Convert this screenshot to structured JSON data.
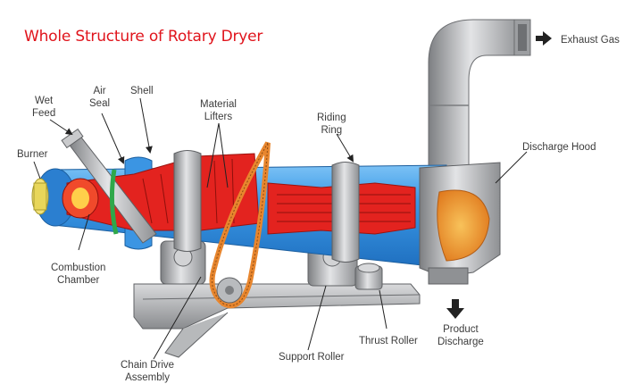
{
  "title": "Whole Structure of Rotary Dryer",
  "colors": {
    "title": "#e0141c",
    "shell_blue": "#2f8fe0",
    "interior_red": "#e3231f",
    "steel_grey": "#a9abad",
    "hood_orange": "#f2a63a",
    "chain_orange": "#e8862e",
    "label_text": "#3c3c3c"
  },
  "labels": {
    "wet_feed": [
      "Wet",
      "Feed"
    ],
    "air_seal": [
      "Air",
      "Seal"
    ],
    "shell": "Shell",
    "material_lifters": [
      "Material",
      "Lifters"
    ],
    "riding_ring": [
      "Riding",
      "Ring"
    ],
    "burner": "Burner",
    "exhaust_gas": "Exhaust Gas",
    "discharge_hood": "Discharge Hood",
    "combustion_chamber": [
      "Combustion",
      "Chamber"
    ],
    "chain_drive_assembly": [
      "Chain Drive",
      "Assembly"
    ],
    "support_roller": "Support Roller",
    "thrust_roller": "Thrust Roller",
    "product_discharge": [
      "Product",
      "Discharge"
    ]
  }
}
